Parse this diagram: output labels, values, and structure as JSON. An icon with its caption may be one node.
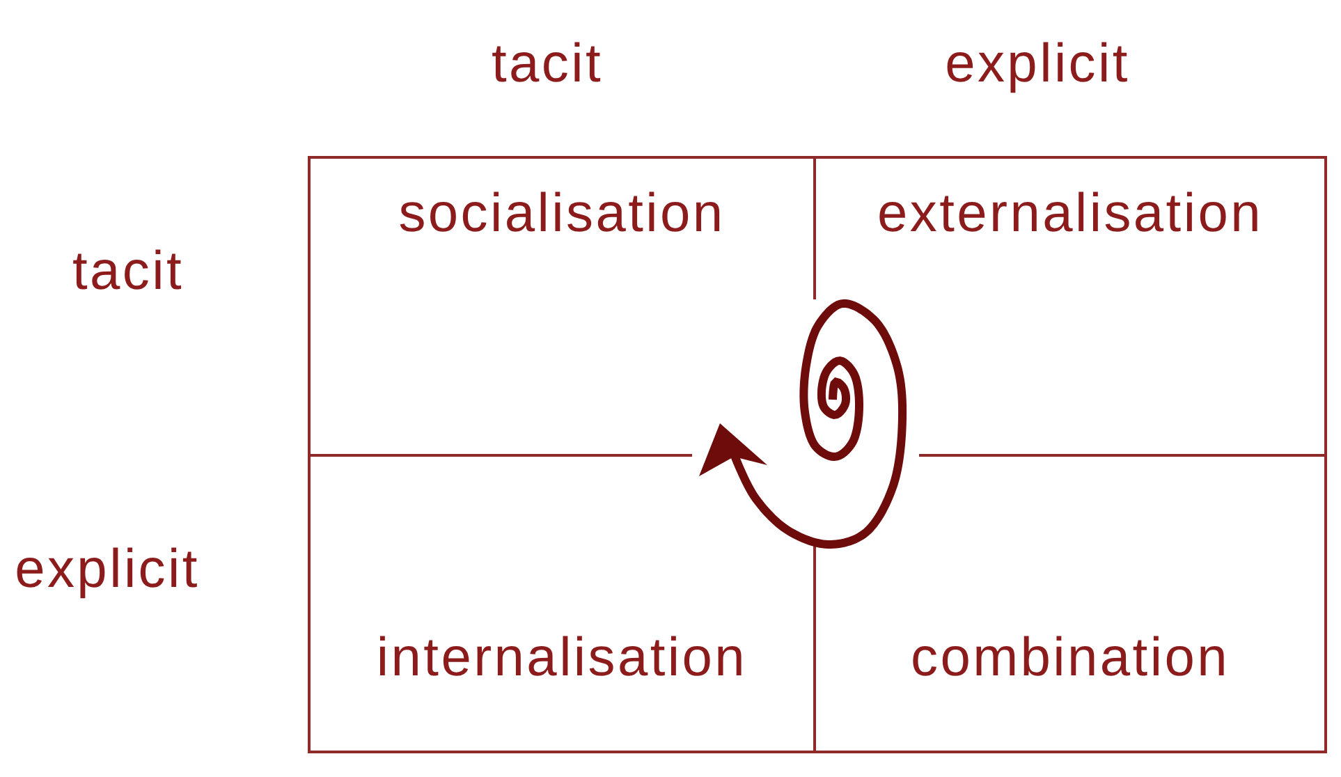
{
  "diagram": {
    "nodes": [
      {
        "text": [
          "socialisation"
        ]
      },
      {
        "text": [
          "externalisation"
        ]
      },
      {
        "text": [
          "internalisation"
        ]
      },
      {
        "text": [
          "combination"
        ]
      },
      {
        "text": [],
        "shape": "spiral"
      }
    ],
    "labels": [
      "tacit",
      "explicit",
      "tacit",
      "explicit"
    ]
  }
}
